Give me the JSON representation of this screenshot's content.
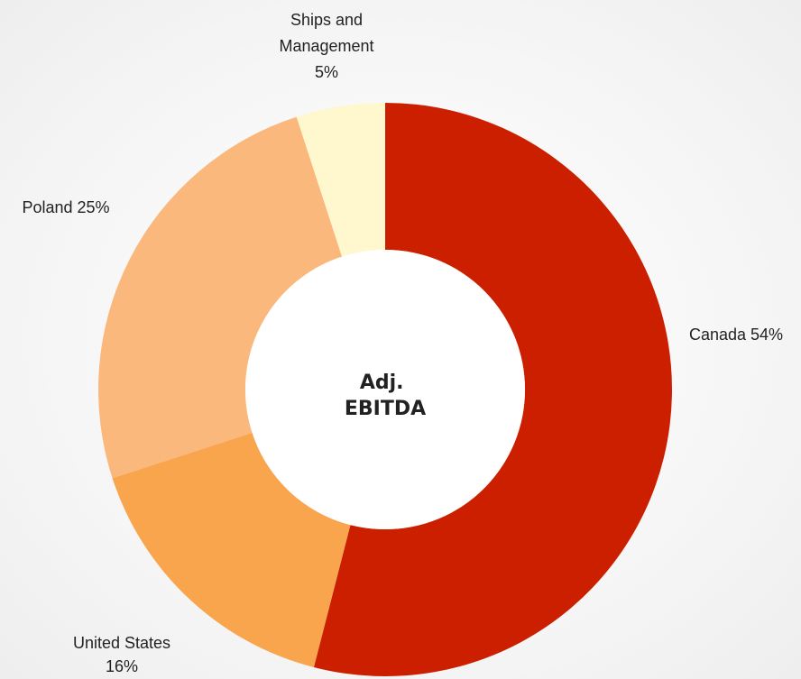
{
  "chart_data": {
    "type": "pie",
    "variant": "donut",
    "title": "",
    "center_label": [
      "Adj.",
      "EBITDA"
    ],
    "slices": [
      {
        "name": "Canada",
        "value": 54,
        "label_lines": [
          "Canada 54%"
        ],
        "color": "#cc1f00"
      },
      {
        "name": "United States",
        "value": 16,
        "label_lines": [
          "United States",
          "16%"
        ],
        "color": "#f9a54e"
      },
      {
        "name": "Poland",
        "value": 25,
        "label_lines": [
          "Poland 25%"
        ],
        "color": "#fbb87c"
      },
      {
        "name": "Ships and Management",
        "value": 5,
        "label_lines": [
          "Ships and",
          "Management",
          "5%"
        ],
        "color": "#fff8cf"
      }
    ],
    "start_angle": "12 o'clock",
    "direction": "clockwise",
    "legend": "none"
  }
}
